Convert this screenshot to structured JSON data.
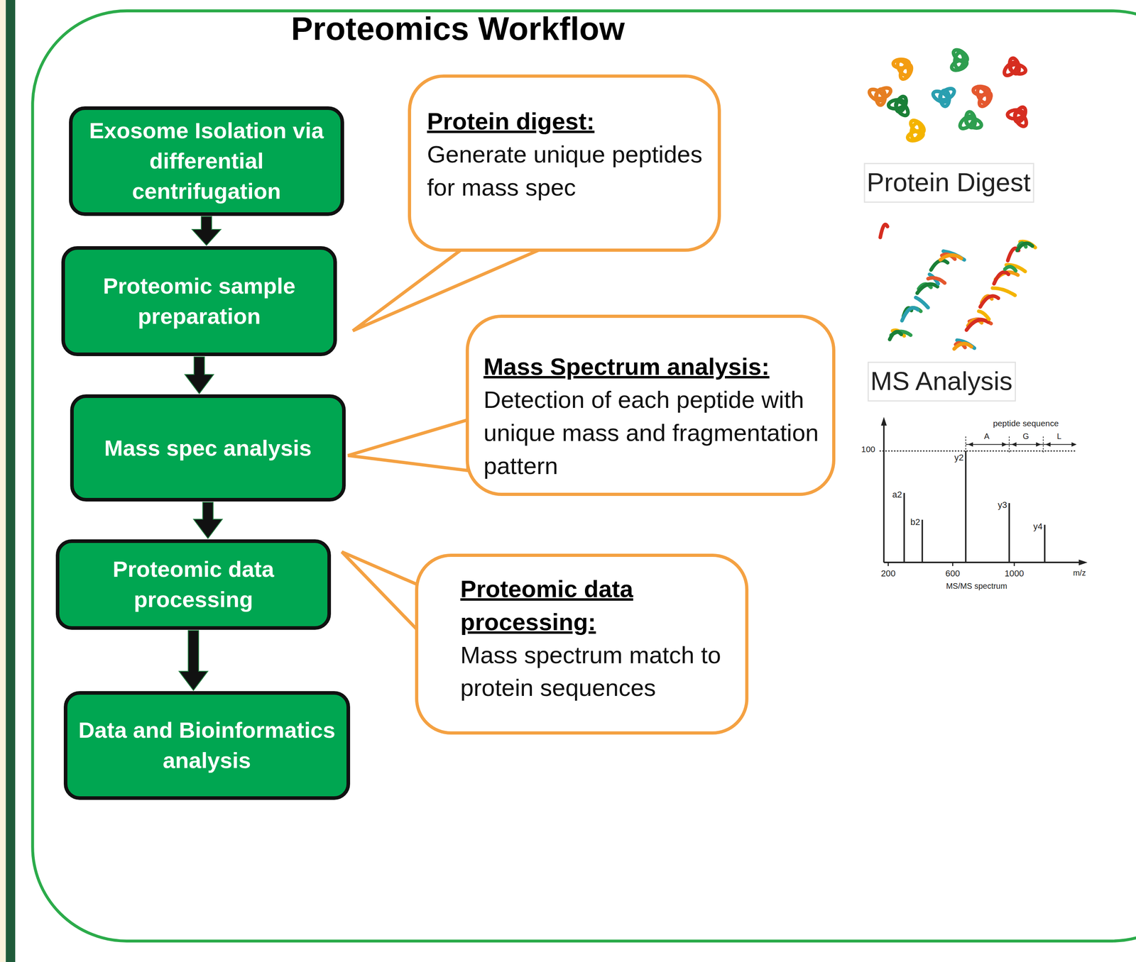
{
  "diagram": {
    "title": "Proteomics Workflow",
    "nodes": [
      {
        "text": [
          "Exosome Isolation via differential centrifugation"
        ]
      },
      {
        "text": [
          "Proteomic sample preparation"
        ]
      },
      {
        "text": [
          "Mass spec analysis"
        ]
      },
      {
        "text": [
          "Proteomic data processing"
        ]
      },
      {
        "text": [
          "Data and Bioinformatics analysis"
        ]
      },
      {
        "text": [
          "Protein digest:",
          "Generate unique peptides for mass spec"
        ]
      },
      {
        "text": [
          "Mass Spectrum analysis:",
          "Detection of each peptide with unique mass and fragmentation pattern"
        ]
      },
      {
        "text": [
          "Proteomic data processing:",
          "Mass spectrum match to protein sequences"
        ]
      }
    ],
    "edges": [
      {
        "from": 0,
        "to": 1,
        "arrow": "to"
      },
      {
        "from": 1,
        "to": 2,
        "arrow": "to"
      },
      {
        "from": 2,
        "to": 3,
        "arrow": "to"
      },
      {
        "from": 3,
        "to": 4,
        "arrow": "to"
      },
      {
        "from": 5,
        "to": 1,
        "arrow": "none"
      },
      {
        "from": 6,
        "to": 2,
        "arrow": "none"
      },
      {
        "from": 7,
        "to": 3,
        "arrow": "none"
      }
    ],
    "labels": [
      "Protein Digest",
      "MS Analysis",
      "peptide sequence",
      "A",
      "G",
      "L",
      "100",
      "a2",
      "b2",
      "y2",
      "y3",
      "y4",
      "200",
      "600",
      "1000",
      "m/z",
      "MS/MS spectrum"
    ]
  }
}
